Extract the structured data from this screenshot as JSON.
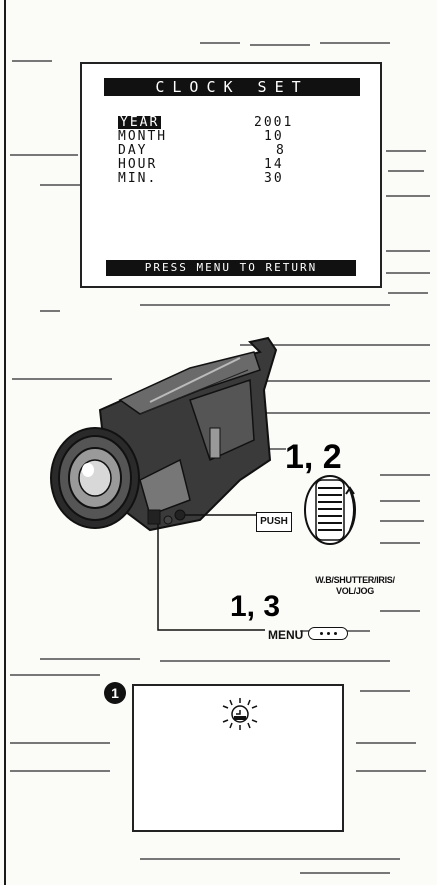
{
  "clock_screen": {
    "title": "CLOCK SET",
    "rows": [
      {
        "label": "YEAR",
        "value": "2001",
        "selected": true
      },
      {
        "label": "MONTH",
        "value": "10",
        "selected": false
      },
      {
        "label": "DAY",
        "value": "8",
        "selected": false
      },
      {
        "label": "HOUR",
        "value": "14",
        "selected": false
      },
      {
        "label": "MIN.",
        "value": "30",
        "selected": false
      }
    ],
    "footer": "PRESS MENU TO RETURN"
  },
  "camera_figure": {
    "callout_dial": "1, 2",
    "push_label": "PUSH",
    "dial_caption": "W.B/SHUTTER/IRIS/ VOL/JOG",
    "callout_menu": "1, 3",
    "menu_label": "MENU"
  },
  "indicator_figure": {
    "badge": "1",
    "icon": "clock-battery-icon"
  }
}
